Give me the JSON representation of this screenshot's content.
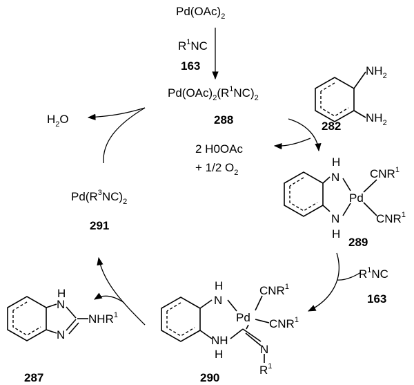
{
  "species": {
    "pd_oac2": {
      "parts": [
        "Pd(OAc)",
        "2"
      ]
    },
    "pd_complex_288": {
      "parts": [
        "Pd(OAc)",
        "2",
        "(R",
        "1",
        "NC)",
        "2"
      ]
    },
    "reagent_top": {
      "parts": [
        "R",
        "1",
        "NC"
      ]
    },
    "water": {
      "parts": [
        "H",
        "2",
        "O"
      ]
    },
    "byproducts_1": {
      "parts": [
        "2 H0OAc"
      ]
    },
    "byproducts_2": {
      "parts": [
        "+ 1/2 O",
        "2"
      ]
    },
    "pd_291": {
      "parts": [
        "Pd(R",
        "3",
        "NC)",
        "2"
      ]
    },
    "reagent_right": {
      "parts": [
        "R",
        "1",
        "NC"
      ]
    }
  },
  "compound_numbers": {
    "n163_top": "163",
    "n288": "288",
    "n282": "282",
    "n291": "291",
    "n289": "289",
    "n163_right": "163",
    "n287": "287",
    "n290": "290"
  },
  "structure_labels": {
    "s282_nh2_top": {
      "parts": [
        "NH",
        "2"
      ]
    },
    "s282_nh2_bottom": {
      "parts": [
        "NH",
        "2"
      ]
    },
    "s289_h_top": "H",
    "s289_n_top": "N",
    "s289_pd": "Pd",
    "s289_cnr_top": {
      "parts": [
        "CNR",
        "1"
      ]
    },
    "s289_cnr_bottom": {
      "parts": [
        "CNR",
        "1"
      ]
    },
    "s289_n_bottom": "N",
    "s289_h_bottom": "H",
    "s290_h_top": "H",
    "s290_n_top": "N",
    "s290_pd": "Pd",
    "s290_cnr_top": {
      "parts": [
        "CNR",
        "1"
      ]
    },
    "s290_cnr_mid": {
      "parts": [
        "CNR",
        "1"
      ]
    },
    "s290_n_bottom": "NH",
    "s290_h_bottom": "H",
    "s290_n_imine": "N",
    "s290_r1": {
      "parts": [
        "R",
        "1"
      ]
    },
    "s287_h": "H",
    "s287_n_top": "N",
    "s287_n_bottom": "N",
    "s287_nhr": {
      "parts": [
        "NHR",
        "1"
      ]
    }
  }
}
